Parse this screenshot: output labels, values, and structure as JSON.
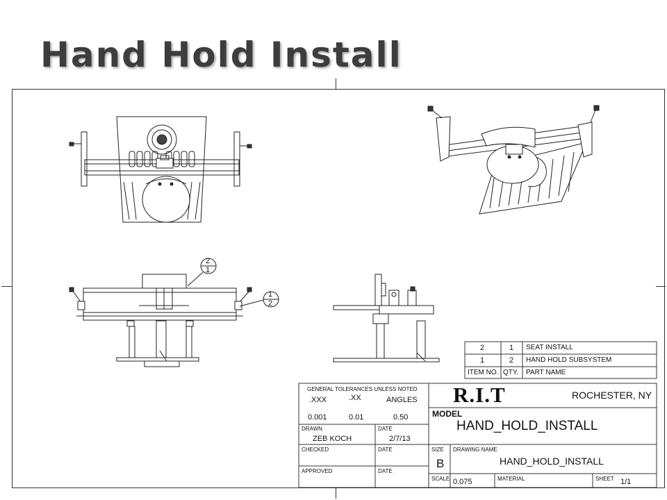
{
  "slide": {
    "title": "Hand Hold Install"
  },
  "bom": {
    "rows": [
      {
        "item": "2",
        "qty": "1",
        "part": "SEAT INSTALL"
      },
      {
        "item": "1",
        "qty": "2",
        "part": "HAND HOLD SUBSYSTEM"
      }
    ],
    "header": {
      "item": "ITEM NO.",
      "qty": "QTY.",
      "part": "PART NAME"
    }
  },
  "balloons": [
    {
      "top": "2",
      "bottom": "1"
    },
    {
      "top": "1",
      "bottom": "2"
    }
  ],
  "title_block": {
    "tolerances_label": "GENERAL TOLERANCES UNLESS NOTED",
    "xxx_label": ".XXX",
    "xx_label": ".XX",
    "angles_label": "ANGLES",
    "xxx_value": "0.001",
    "xx_value": "0.01",
    "angles_value": "0.50",
    "drawn_label": "DRAWN",
    "drawn_value": "ZEB KOCH",
    "date_label": "DATE",
    "drawn_date": "2/7/13",
    "checked_label": "CHECKED",
    "approved_label": "APPROVED",
    "company": "R.I.T",
    "location": "ROCHESTER, NY",
    "model_label": "MODEL",
    "model_value": "HAND_HOLD_INSTALL",
    "size_label": "SIZE",
    "size_value": "B",
    "drawing_name_label": "DRAWING NAME",
    "drawing_name_value": "HAND_HOLD_INSTALL",
    "scale_label": "SCALE",
    "scale_value": "0.075",
    "material_label": "MATERIAL",
    "sheet_label": "SHEET",
    "sheet_value": "1/1"
  }
}
